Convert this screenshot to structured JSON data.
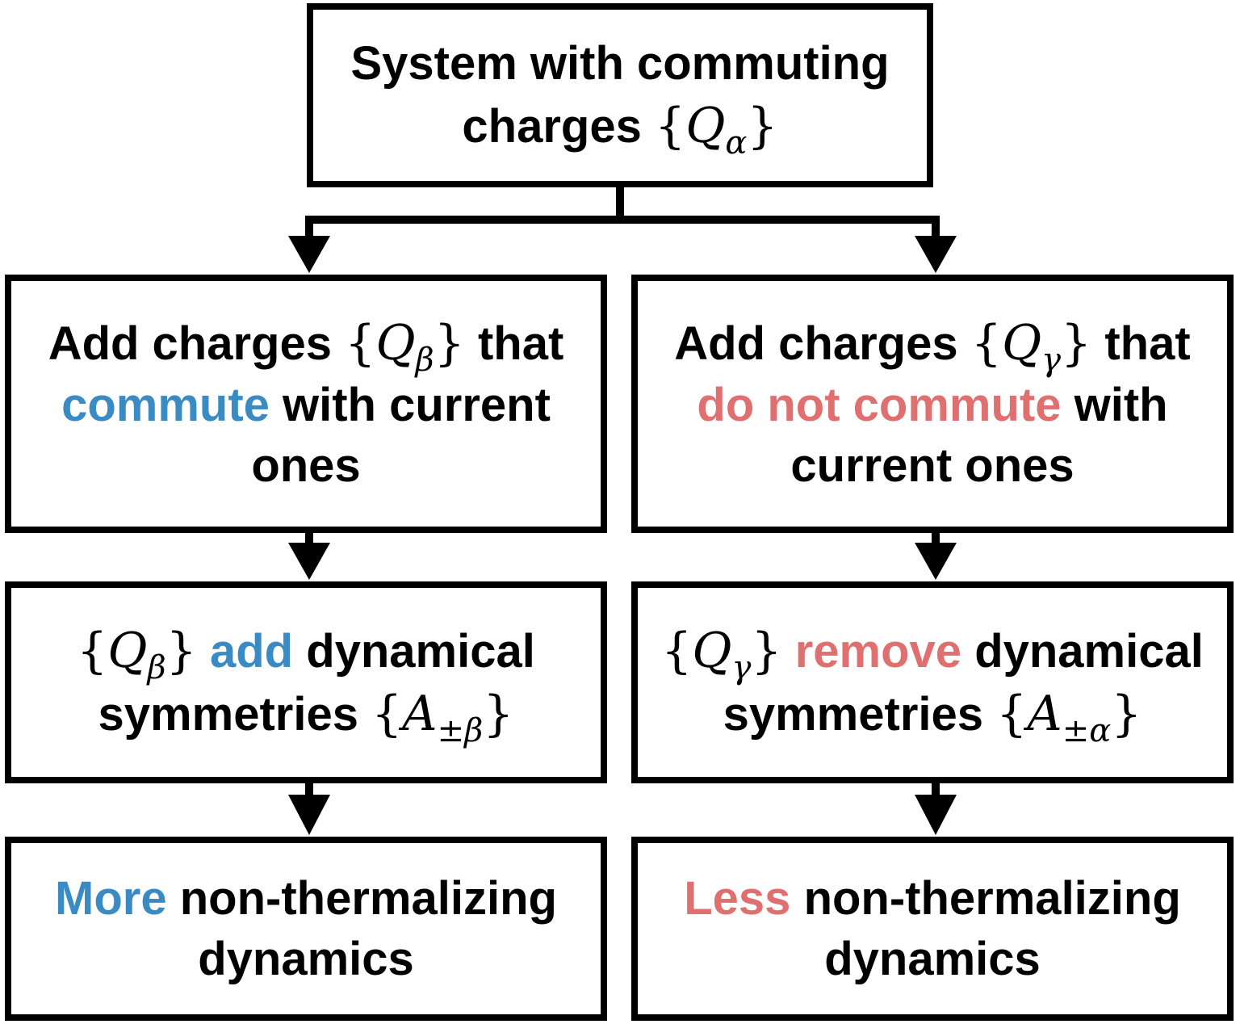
{
  "colors": {
    "positive": "#3a8bc4",
    "negative": "#e07070",
    "stroke": "#000000"
  },
  "top": {
    "line1": "System with commuting",
    "line2_text": "charges",
    "line2_math": "Q",
    "line2_sub": "α"
  },
  "left": {
    "box1": {
      "l1_text": "Add charges",
      "l1_math": "Q",
      "l1_sub": "β",
      "l1_tail": "that",
      "l2_highlight": "commute",
      "l2_rest": "with current",
      "l3": "ones"
    },
    "box2": {
      "l1_math": "Q",
      "l1_sub": "β",
      "l1_highlight": "add",
      "l1_rest": "dynamical",
      "l2_text": "symmetries",
      "l2_math": "A",
      "l2_sub": "±β"
    },
    "box3": {
      "l1_highlight": "More",
      "l1_rest": "non-thermalizing",
      "l2": "dynamics"
    }
  },
  "right": {
    "box1": {
      "l1_text": "Add charges",
      "l1_math": "Q",
      "l1_sub": "γ",
      "l1_tail": "that",
      "l2_highlight": "do not commute",
      "l2_rest": "with",
      "l3": "current ones"
    },
    "box2": {
      "l1_math": "Q",
      "l1_sub": "γ",
      "l1_highlight": "remove",
      "l1_rest": "dynamical",
      "l2_text": "symmetries",
      "l2_math": "A",
      "l2_sub": "±α"
    },
    "box3": {
      "l1_highlight": "Less",
      "l1_rest": "non-thermalizing",
      "l2": "dynamics"
    }
  }
}
